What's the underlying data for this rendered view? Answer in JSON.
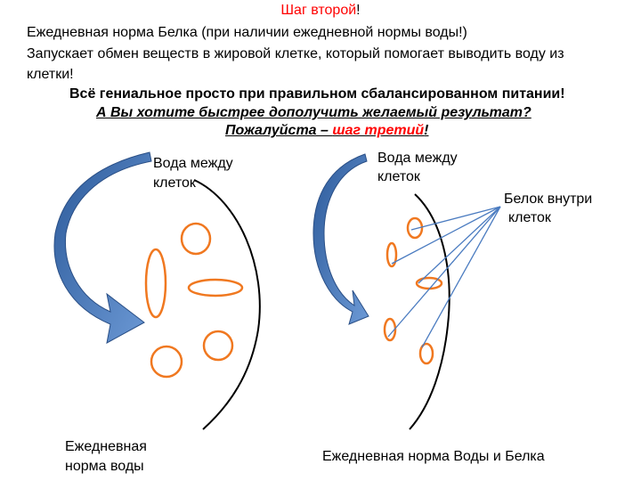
{
  "header": {
    "step2_red": "Шаг второй",
    "step2_end": "!",
    "line2": "Ежедневная норма Белка (при наличии ежедневной нормы воды!)",
    "line3": "Запускает обмен веществ в жировой клетке, который помогает выводить  воду из",
    "line4": "клетки!",
    "line5": "Всё гениальное просто при правильном сбалансированном питании!",
    "line6": "А Вы хотите быстрее дополучить желаемый результат?",
    "line7_a": "Пожалуйста – ",
    "line7_red": "шаг третий",
    "line7_end": "!"
  },
  "left_diagram": {
    "label_top_1": "Вода между",
    "label_top_2": "клеток",
    "label_bottom_1": "Ежедневная",
    "label_bottom_2": "норма воды"
  },
  "right_diagram": {
    "label_top_1": "Вода между",
    "label_top_2": "клеток",
    "label_protein_1": "Белок внутри",
    "label_protein_2": "клеток",
    "label_bottom": "Ежедневная норма Воды и Белка"
  },
  "colors": {
    "accent_red": "#ff0000",
    "cell_orange": "#f07820",
    "arrow_blue": "#3f6fb0",
    "line_blue": "#4a7bc0"
  }
}
